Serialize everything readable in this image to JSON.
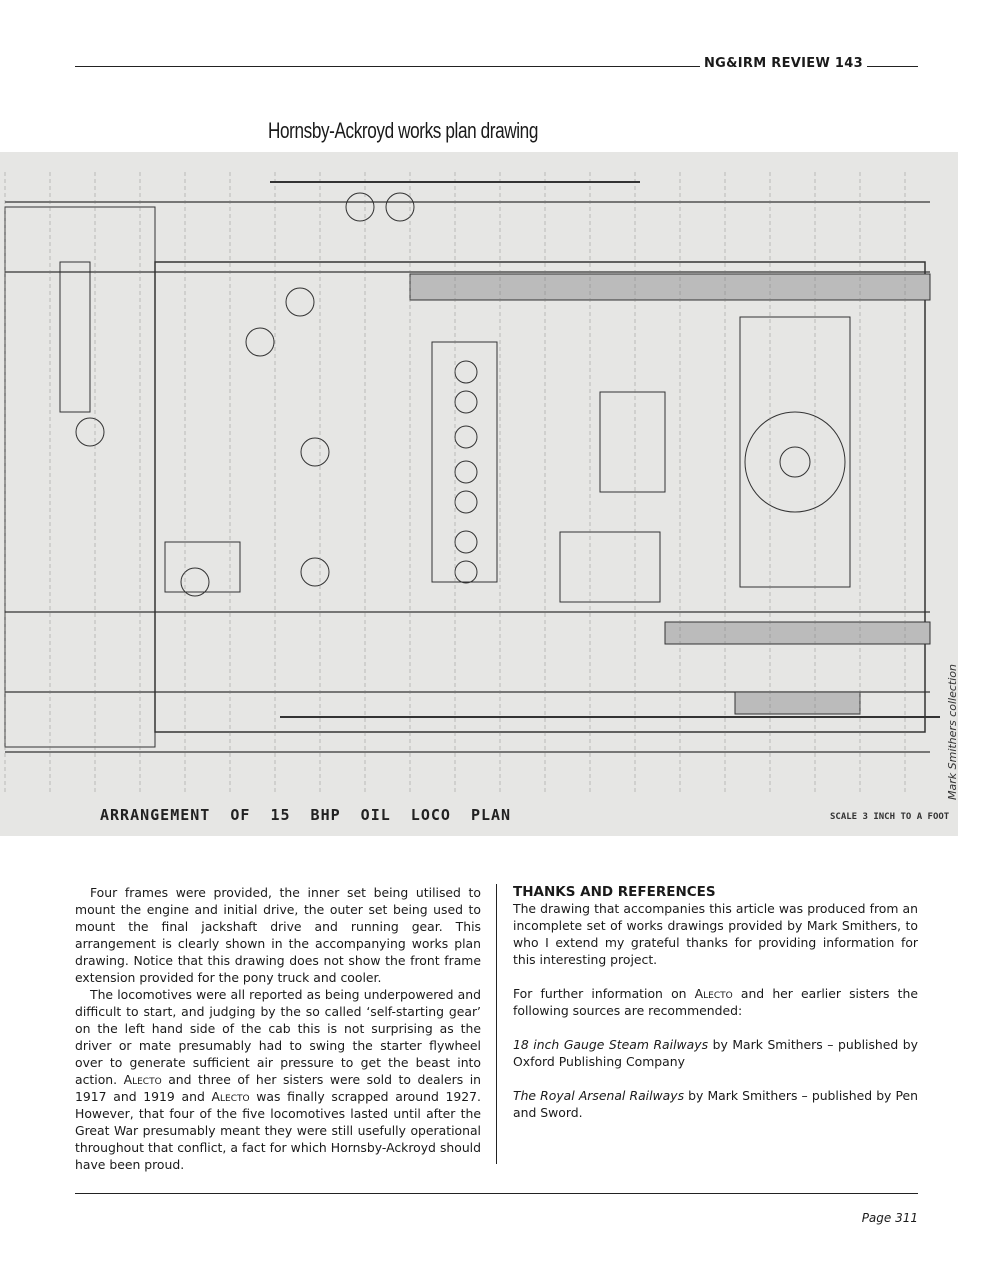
{
  "header": {
    "running_title": "NG&IRM REVIEW 143"
  },
  "figure": {
    "title": "Hornsby-Ackroyd works plan drawing",
    "drawing_caption": "ARRANGEMENT OF 15 BHP OIL LOCO PLAN",
    "drawing_scale": "SCALE 3 INCH TO A FOOT",
    "credit": "Mark Smithers collection"
  },
  "left_column": {
    "paragraphs": [
      "Four frames were provided, the inner set being utilised to mount the engine and initial drive, the outer set being used to mount the final jackshaft drive and running gear. This arrangement is clearly shown in the accompanying works plan drawing. Notice that this drawing does not show the front frame extension provided for the pony truck and cooler.",
      "The locomotives were all reported as being underpowered and difficult to start, and judging by the so called ‘self-starting gear’ on the left hand side of the cab this is not surprising as the driver or mate presumably had to swing the starter flywheel over to generate sufficient air pressure to get the beast into action. Alecto and three of her sisters were sold to dealers in 1917 and 1919 and Alecto was finally scrapped around 1927. However, that four of the five locomotives lasted until after the Great War presumably meant they were still usefully operational throughout that conflict, a fact for which Hornsby-Ackroyd should have been proud."
    ]
  },
  "right_column": {
    "heading": "THANKS AND REFERENCES",
    "thanks": "The drawing that accompanies this article was produced from an incomplete set of works drawings provided by Mark Smithers, to who I extend my grateful thanks for providing information for this interesting project.",
    "further_pre": "For further information on ",
    "further_name": "Alecto",
    "further_post": " and her earlier sisters the following sources are recommended:",
    "refs": [
      {
        "title": "18 inch Gauge Steam Railways",
        "rest": " by Mark Smithers – published by Oxford Publishing Company"
      },
      {
        "title": "The Royal Arsenal Railways",
        "rest": " by Mark Smithers – published by Pen and Sword."
      }
    ]
  },
  "footer": {
    "page": "Page 311"
  }
}
